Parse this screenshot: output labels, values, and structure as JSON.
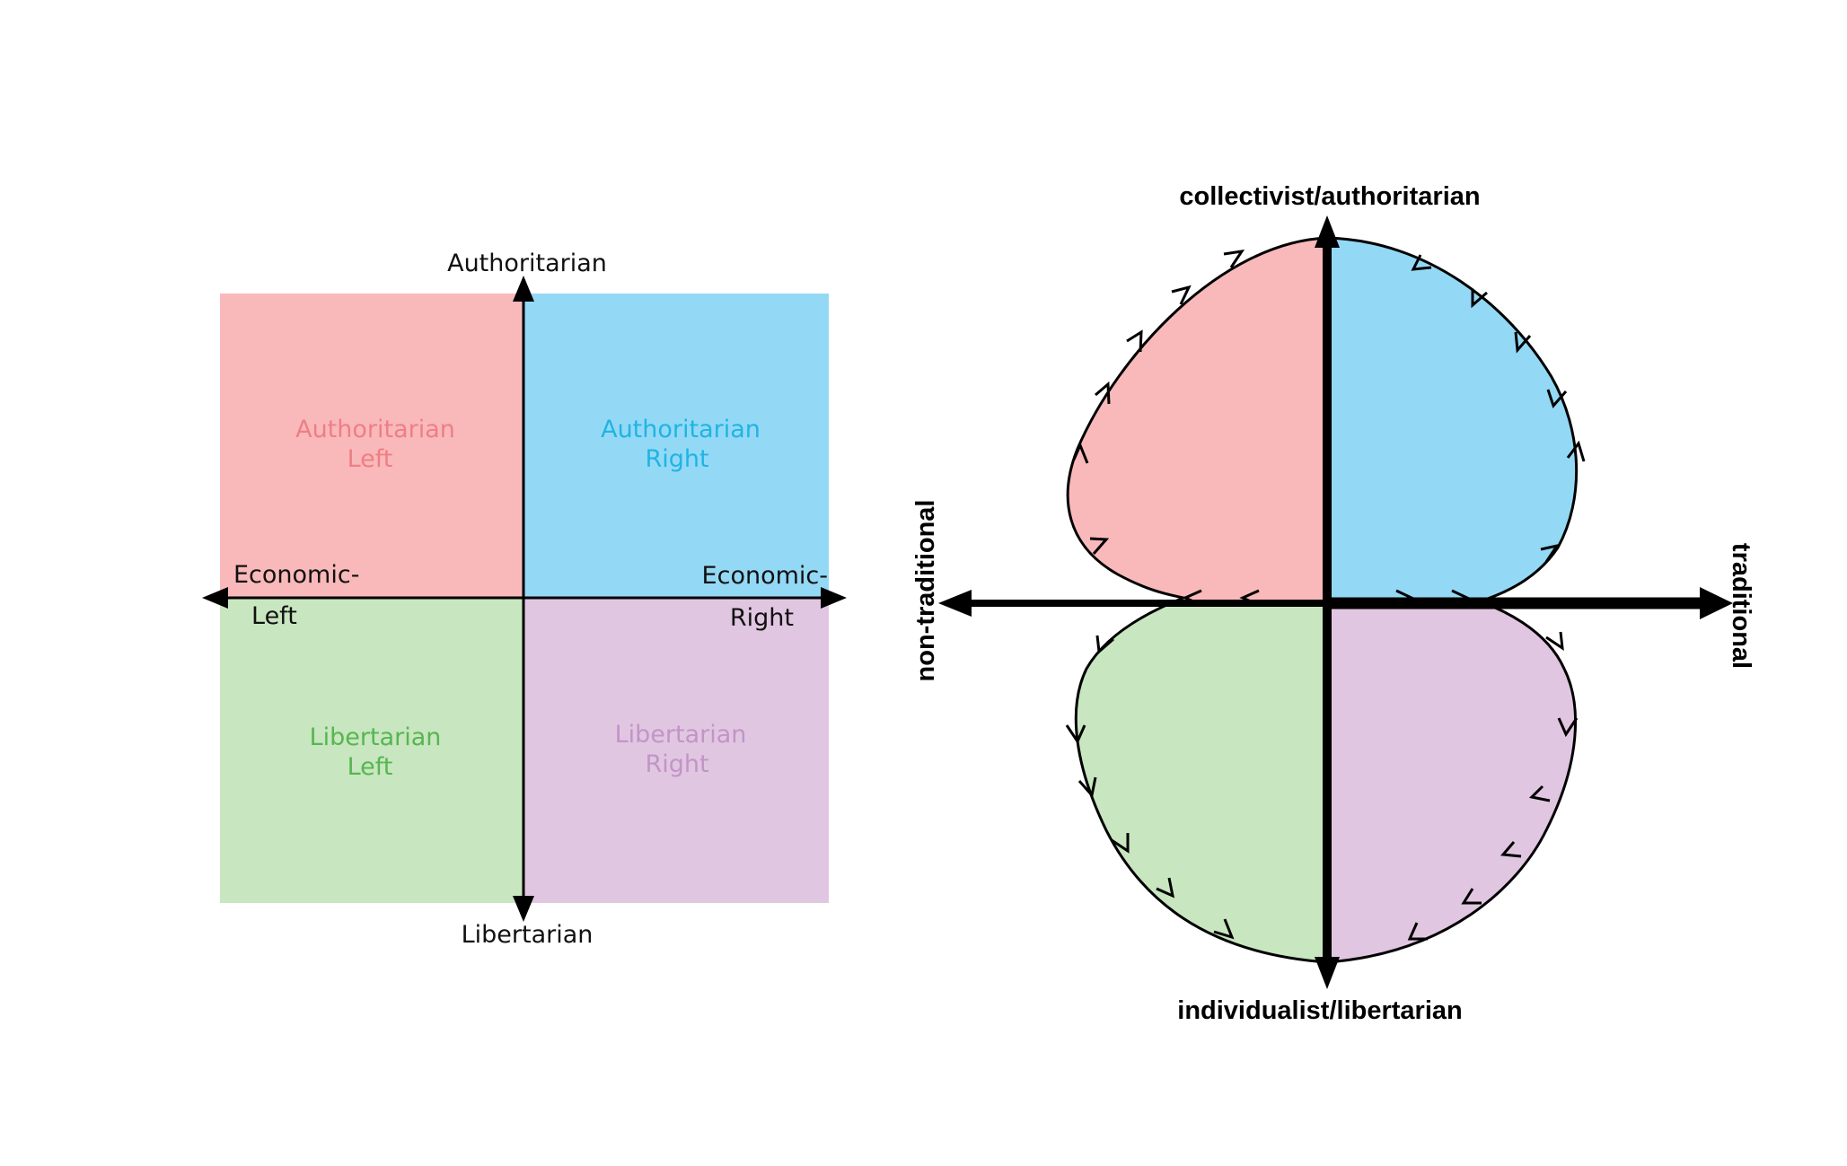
{
  "colors": {
    "auth_left": "#f9b9bb",
    "auth_right": "#93d9f6",
    "lib_left": "#c8e6bf",
    "lib_right": "#e1c6e1",
    "auth_left_text": "#ee7f83",
    "auth_right_text": "#21b4e2",
    "lib_left_text": "#56b651",
    "lib_right_text": "#c294c8",
    "axis": "#000000"
  },
  "compass": {
    "top_label": "Authoritarian",
    "bottom_label": "Libertarian",
    "left_label_line1": "Economic-",
    "left_label_line2": "Left",
    "right_label_line1": "Economic-",
    "right_label_line2": "Right",
    "quadrants": {
      "auth_left": [
        "Authoritarian",
        "Left"
      ],
      "auth_right": [
        "Authoritarian",
        "Right"
      ],
      "lib_left": [
        "Libertarian",
        "Left"
      ],
      "lib_right": [
        "Libertarian",
        "Right"
      ]
    }
  },
  "horseshoe": {
    "top_label": "collectivist/authoritarian",
    "bottom_label": "individualist/libertarian",
    "left_label": "non-traditional",
    "right_label": "traditional"
  }
}
